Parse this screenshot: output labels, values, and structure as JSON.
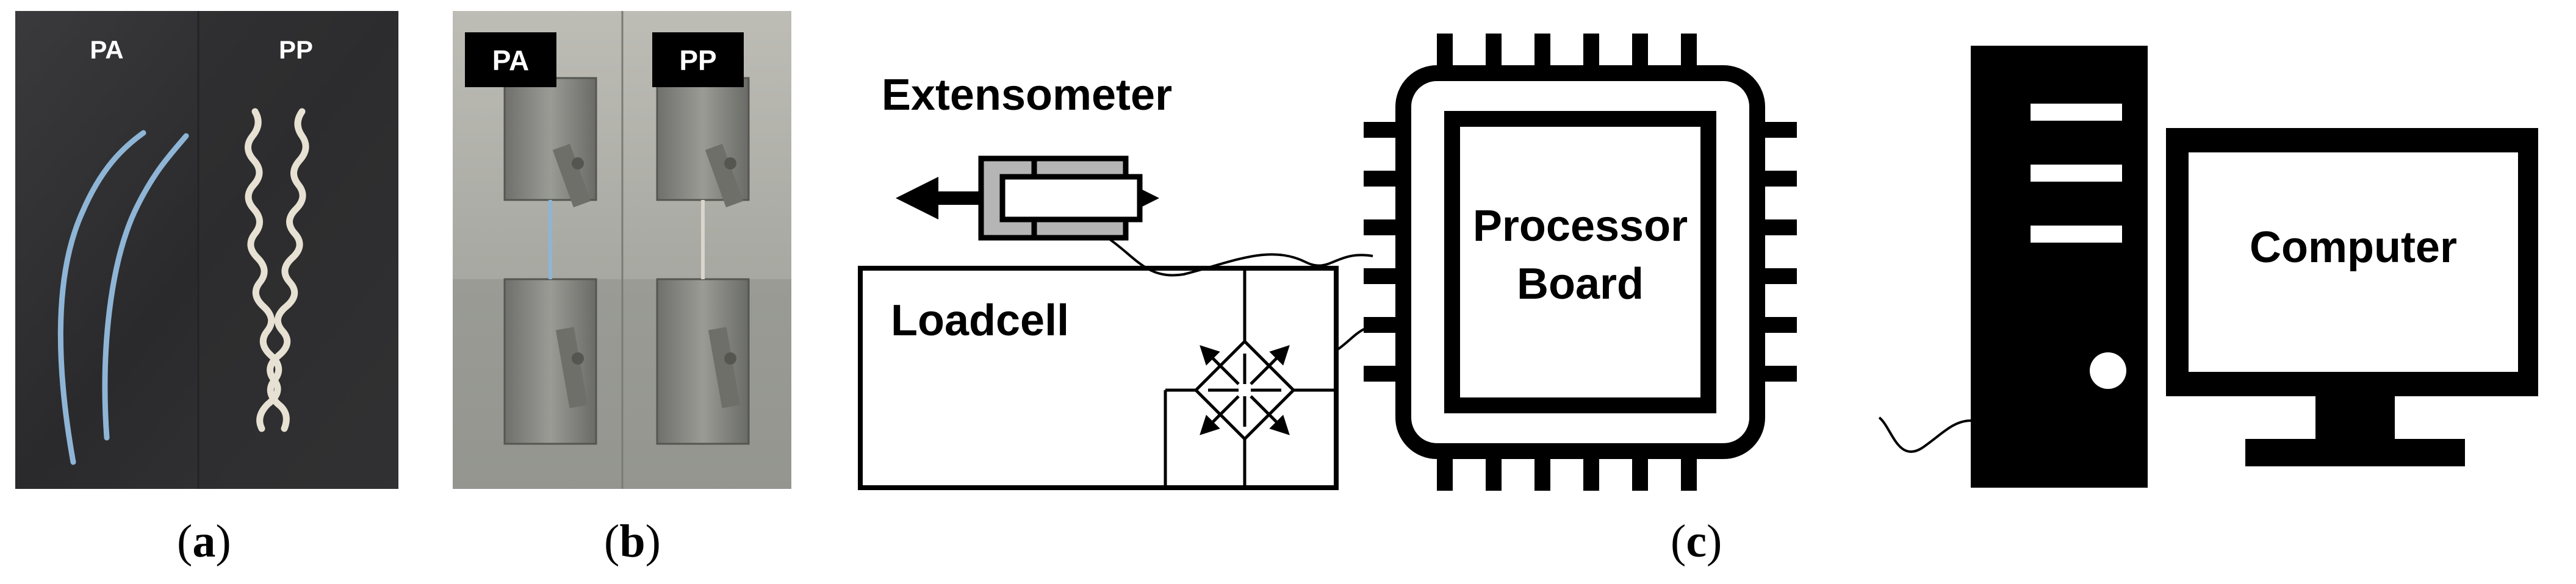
{
  "panel_a": {
    "label_left": "PA",
    "label_right": "PP",
    "caption_letter": "a"
  },
  "panel_b": {
    "label_left": "PA",
    "label_right": "PP",
    "caption_letter": "b"
  },
  "panel_c": {
    "extensometer_label": "Extensometer",
    "loadcell_label": "Loadcell",
    "processor_label_line1": "Processor",
    "processor_label_line2": "Board",
    "computer_label": "Computer",
    "caption_letter": "c"
  },
  "colors": {
    "pa_fiber": "#8fb5d6",
    "pp_fiber": "#e6e1d3",
    "photo_dark": "#2c2c2e",
    "machine_gray": "#8e8e8a",
    "component_gray": "#b5b5b5",
    "line": "#000000"
  }
}
